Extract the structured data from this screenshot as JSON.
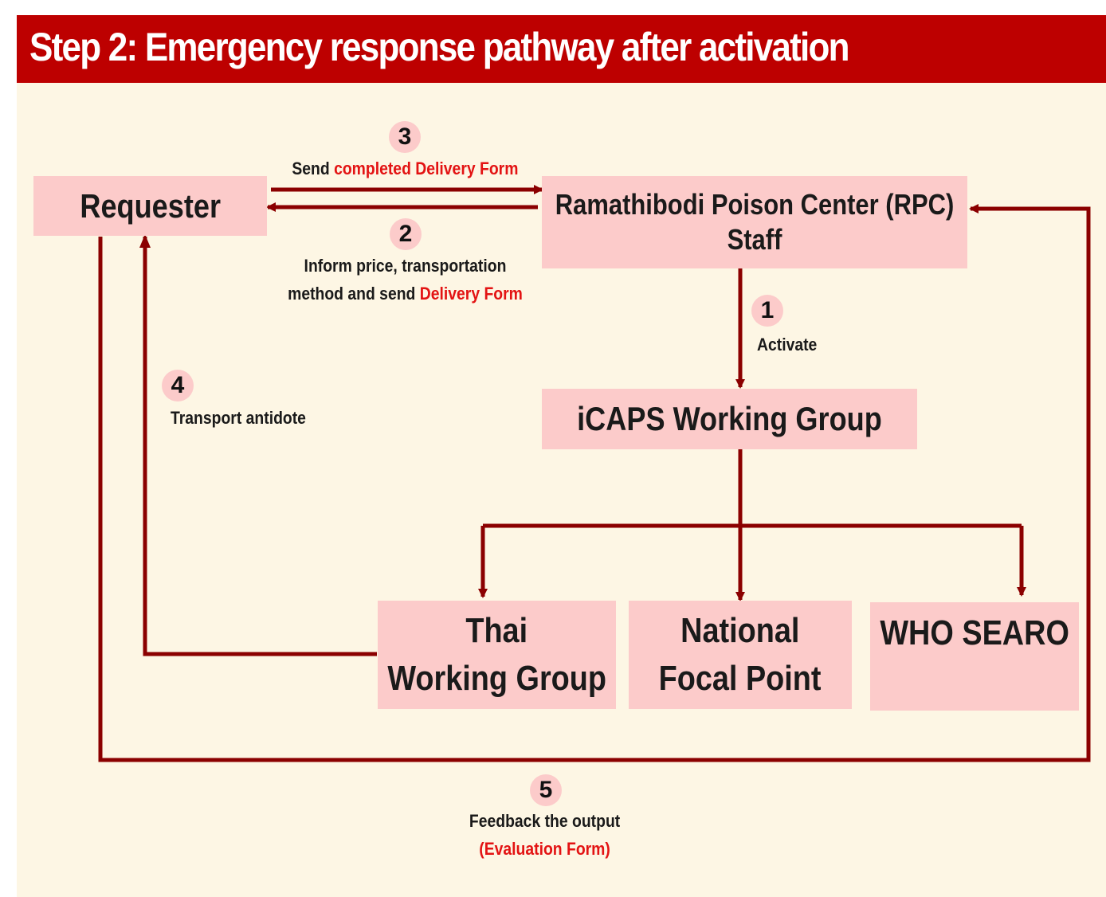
{
  "header": {
    "title": "Step 2: Emergency response pathway after activation"
  },
  "colors": {
    "header_bg": "#bd0000",
    "canvas_bg": "#fdf6e4",
    "box_fill": "#fccbca",
    "arrow": "#8b0000",
    "highlight_text": "#e31313"
  },
  "nodes": {
    "requester": "Requester",
    "rpc_line1": "Ramathibodi Poison Center (RPC)",
    "rpc_line2": "Staff",
    "icaps": "iCAPS Working Group",
    "thai_line1": "Thai",
    "thai_line2": "Working Group",
    "national_line1": "National",
    "national_line2": "Focal Point",
    "who": "WHO SEARO"
  },
  "steps": {
    "s1": {
      "number": "1",
      "label": "Activate"
    },
    "s2": {
      "number": "2",
      "line1": "Inform price, transportation",
      "line2_plain": "method and send ",
      "line2_highlight": "Delivery Form"
    },
    "s3": {
      "number": "3",
      "plain": "Send ",
      "highlight": "completed Delivery Form"
    },
    "s4": {
      "number": "4",
      "label": "Transport antidote"
    },
    "s5": {
      "number": "5",
      "line1": "Feedback the output",
      "line2_highlight": "(Evaluation Form)"
    }
  }
}
